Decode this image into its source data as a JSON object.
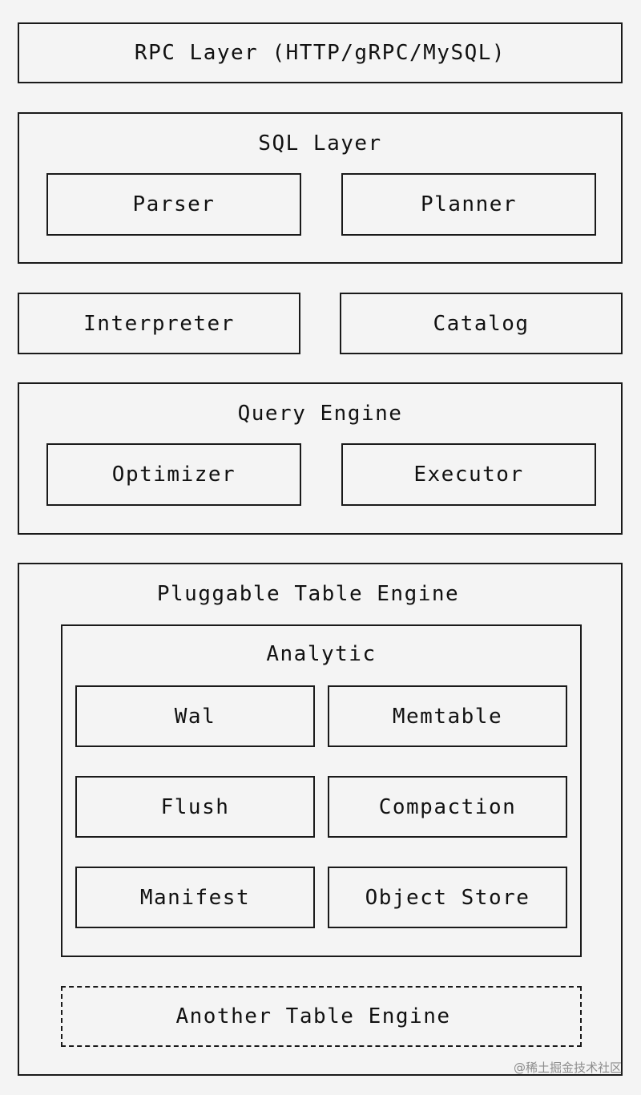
{
  "diagram": {
    "rpc_layer": "RPC Layer (HTTP/gRPC/MySQL)",
    "sql_layer": {
      "title": "SQL Layer",
      "parser": "Parser",
      "planner": "Planner"
    },
    "interpreter": "Interpreter",
    "catalog": "Catalog",
    "query_engine": {
      "title": "Query Engine",
      "optimizer": "Optimizer",
      "executor": "Executor"
    },
    "table_engine": {
      "title": "Pluggable Table Engine",
      "analytic": {
        "title": "Analytic",
        "wal": "Wal",
        "memtable": "Memtable",
        "flush": "Flush",
        "compaction": "Compaction",
        "manifest": "Manifest",
        "object_store": "Object Store"
      },
      "another": "Another Table Engine"
    }
  },
  "watermark": "@稀土掘金技术社区"
}
